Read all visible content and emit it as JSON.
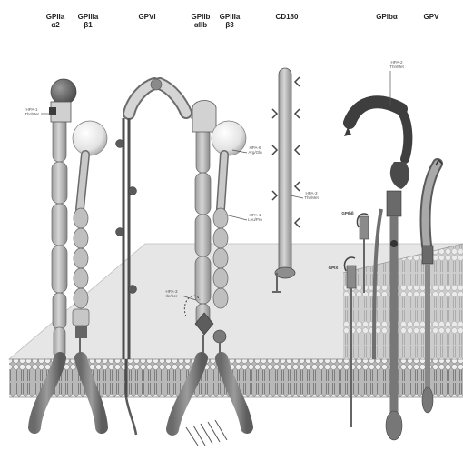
{
  "headers": {
    "gpIIa": "GPIIa",
    "alpha2": "α2",
    "gpIIIa": "GPIIIa",
    "beta1": "β1",
    "gp6": "GPVI",
    "gpIIb": "GPIIb",
    "alphaIIb": "αIIb",
    "gpIIIa2": "GPIIIa",
    "beta3": "β3",
    "cd180": "CD180",
    "gpIba": "GPIbα",
    "gpV": "GPV"
  },
  "annotations": {
    "a1_l1": "HPA-1",
    "a1_l2": "Thr/Met",
    "a2_l1": "HPA-6",
    "a2_l2": "Arg/Gln",
    "a3_l1": "HPA-1",
    "a3_l2": "Leu/Pro",
    "a4_l1": "HPA-3",
    "a4_l2": "Ile/Ser",
    "a5_l1": "HPA-3",
    "a5_l2": "Thr/Met",
    "a6_l1": "HPA-2",
    "a6_l2": "Thr/Met",
    "gpIbb": "GPIbβ",
    "gpIX": "GPIX"
  },
  "colors": {
    "membrane_top": "#e4e4e4",
    "membrane_face": "#9a9a9a",
    "protein_light": "#c7c7c7",
    "protein_dark": "#5e5e5e",
    "head_light": "#ececec"
  }
}
